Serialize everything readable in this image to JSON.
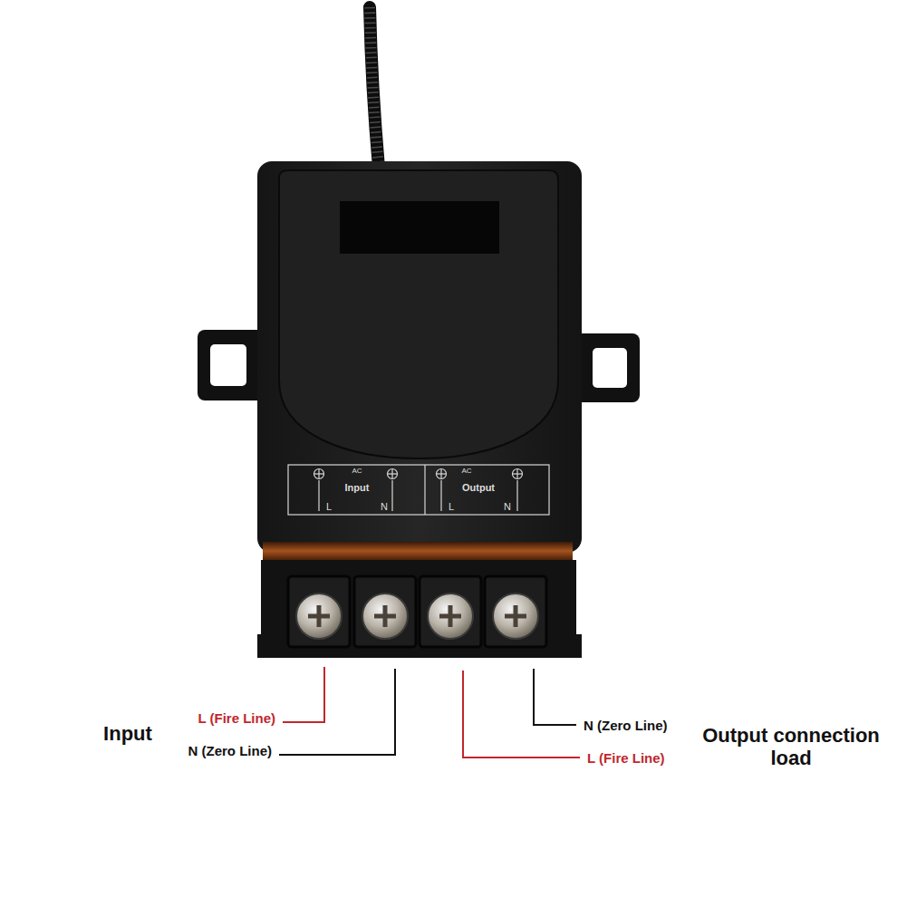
{
  "diagram": {
    "labels": [
      "AC",
      "Input",
      "L",
      "N",
      "AC",
      "Output",
      "L",
      "N",
      "L (Fire Line)",
      "Input",
      "N (Zero Line)",
      "N (Zero Line)",
      "Output connection load",
      "L (Fire Line)"
    ]
  }
}
